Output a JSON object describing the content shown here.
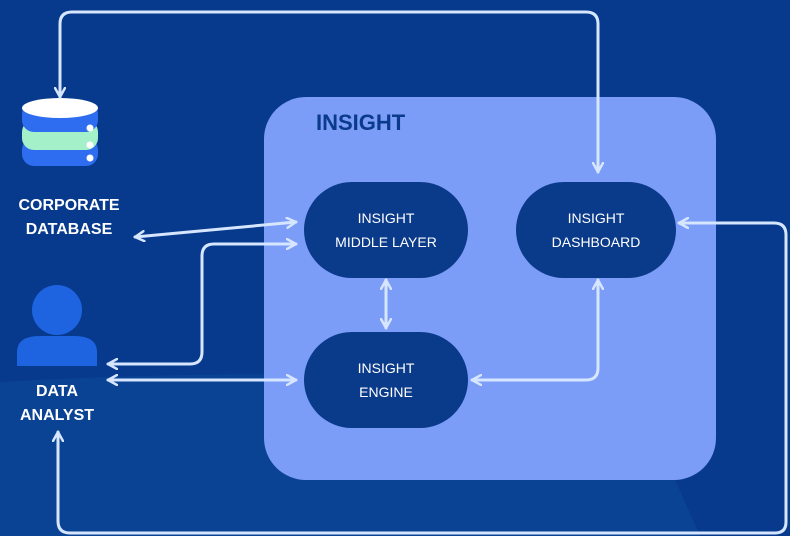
{
  "colors": {
    "background": "#073a8c",
    "background_shade": "#0b4394",
    "panel": "#7b9cf7",
    "node": "#0a3a8a",
    "arrow": "#d7e6ff",
    "db_top": "#ffffff",
    "db_blue": "#2f6df0",
    "db_green": "#a4f0c8",
    "person": "#1e63e0"
  },
  "group": {
    "title": "INSIGHT"
  },
  "nodes": {
    "middle": {
      "line1": "INSIGHT",
      "line2": "MIDDLE LAYER"
    },
    "dashboard": {
      "line1": "INSIGHT",
      "line2": "DASHBOARD"
    },
    "engine": {
      "line1": "INSIGHT",
      "line2": "ENGINE"
    }
  },
  "actors": {
    "database": {
      "line1": "CORPORATE",
      "line2": "DATABASE",
      "icon": "database-icon"
    },
    "analyst": {
      "line1": "DATA",
      "line2": "ANALYST",
      "icon": "person-icon"
    }
  }
}
